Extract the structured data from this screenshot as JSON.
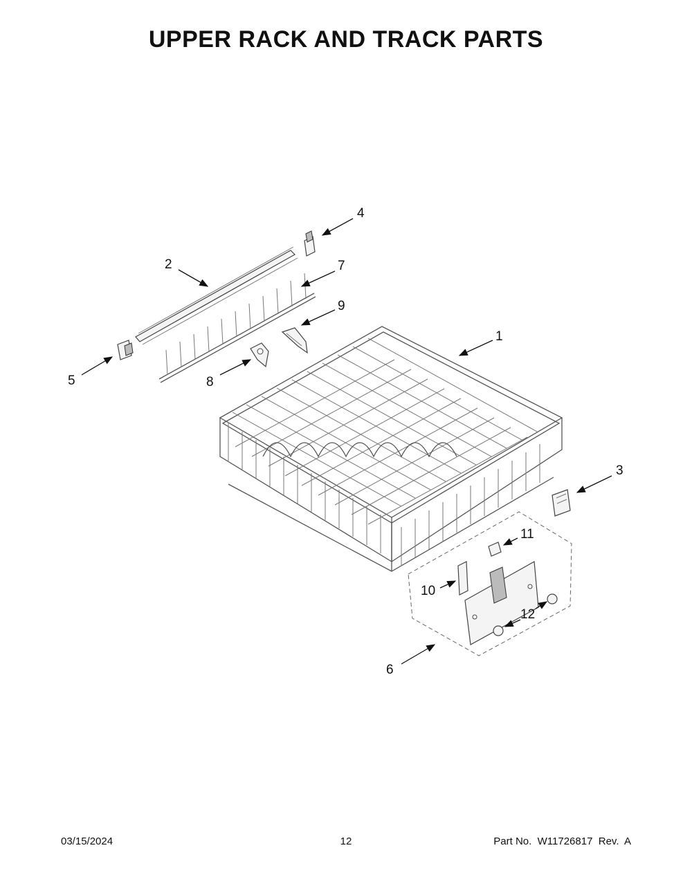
{
  "title": "UPPER RACK AND TRACK PARTS",
  "callouts": [
    {
      "id": "c1",
      "label": "1"
    },
    {
      "id": "c2",
      "label": "2"
    },
    {
      "id": "c3",
      "label": "3"
    },
    {
      "id": "c4",
      "label": "4"
    },
    {
      "id": "c5",
      "label": "5"
    },
    {
      "id": "c6",
      "label": "6"
    },
    {
      "id": "c7",
      "label": "7"
    },
    {
      "id": "c8",
      "label": "8"
    },
    {
      "id": "c9",
      "label": "9"
    },
    {
      "id": "c10",
      "label": "10"
    },
    {
      "id": "c11",
      "label": "11"
    },
    {
      "id": "c12",
      "label": "12"
    }
  ],
  "footer": {
    "date": "03/15/2024",
    "page": "12",
    "part_info": "Part No.  W11726817  Rev.  A"
  }
}
